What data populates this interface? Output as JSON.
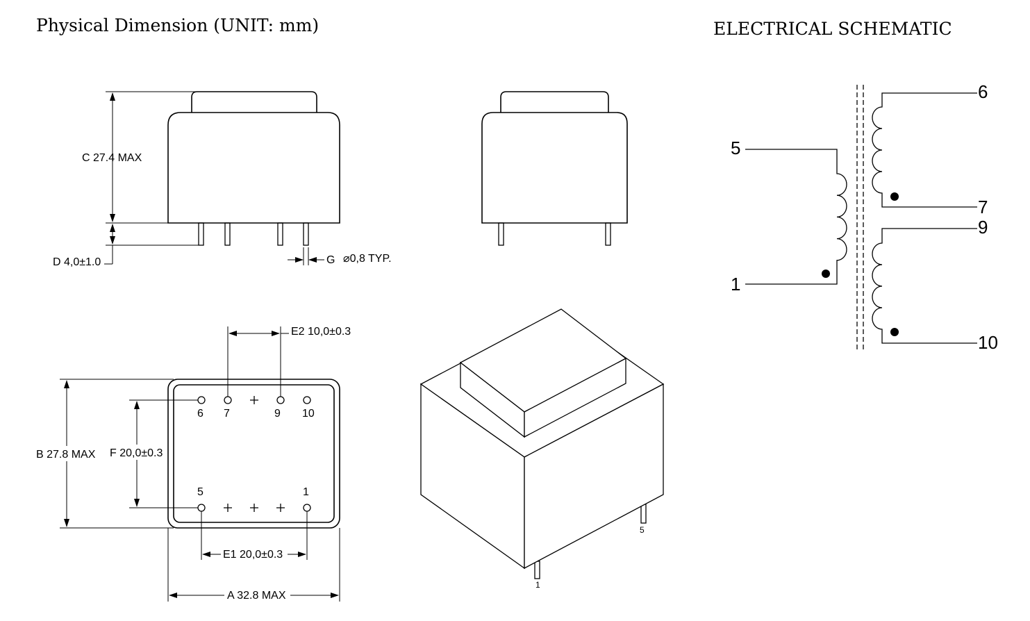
{
  "header": {
    "physical_title": "Physical Dimension (UNIT: mm)",
    "schematic_title": "ELECTRICAL SCHEMATIC"
  },
  "dimensions": {
    "height_c": "C 27.4 MAX",
    "pin_length_d": "D 4,0±1.0",
    "pin_diameter_g_letter": "G",
    "pin_diameter_g_value": "⌀0,8 TYP.",
    "pin_spacing_e2": "E2 10,0±0.3",
    "pin_spacing_e1": "E1 20,0±0.3",
    "row_spacing_f": "F 20,0±0.3",
    "width_b": "B 27.8 MAX",
    "length_a": "A 32.8 MAX"
  },
  "bottom_view_pins": {
    "top_row": [
      "6",
      "7",
      "9",
      "10"
    ],
    "bottom_row": [
      "5",
      "1"
    ]
  },
  "iso_view_pins": [
    "1",
    "5"
  ],
  "schematic": {
    "primary_top": "5",
    "primary_bottom": "1",
    "secondary1_top": "6",
    "secondary1_bottom": "7",
    "secondary2_top": "9",
    "secondary2_bottom": "10"
  }
}
